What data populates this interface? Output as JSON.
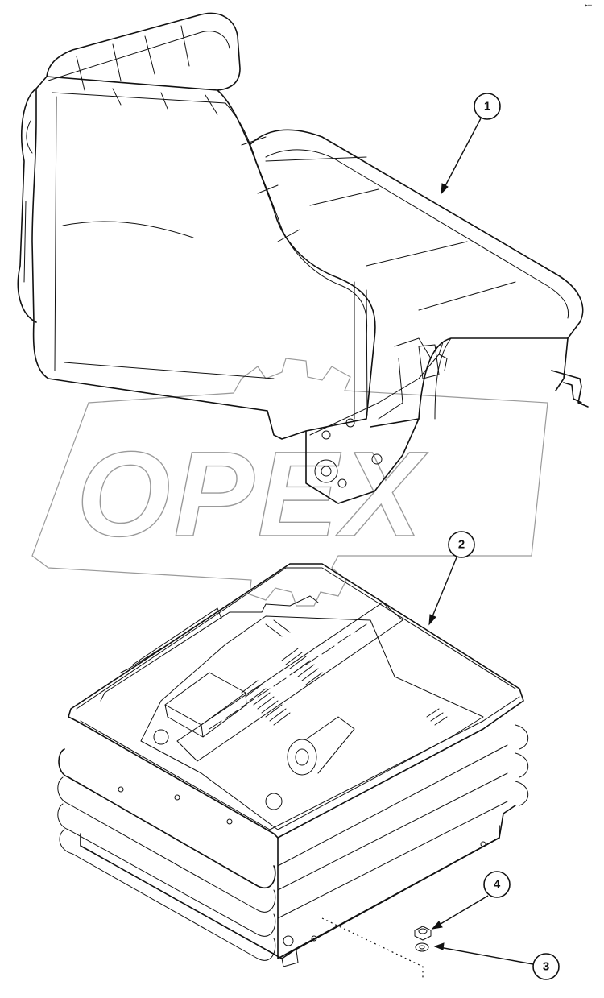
{
  "corner_mark": "▸─",
  "watermark": {
    "text": "OPEX"
  },
  "callouts": [
    {
      "number": "1"
    },
    {
      "number": "2"
    },
    {
      "number": "3"
    },
    {
      "number": "4"
    }
  ]
}
